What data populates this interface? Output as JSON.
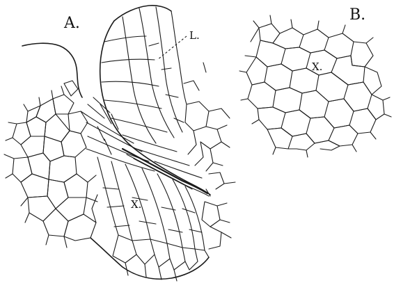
{
  "figure": {
    "label_a": "A.",
    "label_b": "B.",
    "label_l": "L.",
    "label_x_a": "X.",
    "label_x_b": "X.",
    "colors": {
      "ink": "#1a1a1a",
      "paper": "#ffffff"
    }
  }
}
